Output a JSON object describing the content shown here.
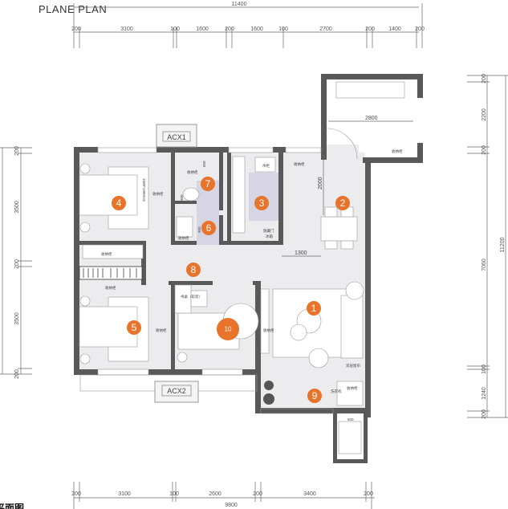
{
  "title": "PLANE  PLAN",
  "corner_caption": "平面图",
  "dimensions": {
    "top_total": "11400",
    "top": [
      "200",
      "3100",
      "100",
      "1600",
      "200",
      "1600",
      "100",
      "2700",
      "200",
      "1400",
      "200"
    ],
    "bottom": [
      "200",
      "3100",
      "100",
      "2600",
      "200",
      "3400",
      "200"
    ],
    "bottom_total": "9800",
    "left": [
      "200",
      "3500",
      "200",
      "3500",
      "200"
    ],
    "right": [
      "200",
      "2200",
      "200",
      "7060",
      "100",
      "1240",
      "200"
    ],
    "right_total": "11200",
    "inner": {
      "balcony_width": "2800",
      "dining_depth": "2000",
      "dining_width": "1300",
      "bath_a": "850",
      "bath_b": "900",
      "bath_c": "950",
      "utility": "600"
    }
  },
  "units": {
    "acx1": "ACX1",
    "acx2": "ACX2"
  },
  "rooms": [
    "1",
    "2",
    "3",
    "4",
    "5",
    "6",
    "7",
    "8",
    "9",
    "10"
  ],
  "labels": {
    "storage": "收纳柜",
    "desk": "书桌（软装）",
    "washer": "洗衣机",
    "fridge": "隐藏门\n冰箱",
    "fridge_a": "隐藏门",
    "fridge_b": "冰箱",
    "kitchen_cab": "吊柜",
    "curtain": "双层窗帘",
    "bed": "1500*1900mm"
  },
  "colors": {
    "wall": "#595959",
    "floor": "#ecebee",
    "wet": "#d7d4e3",
    "marker": "#e8742b"
  }
}
